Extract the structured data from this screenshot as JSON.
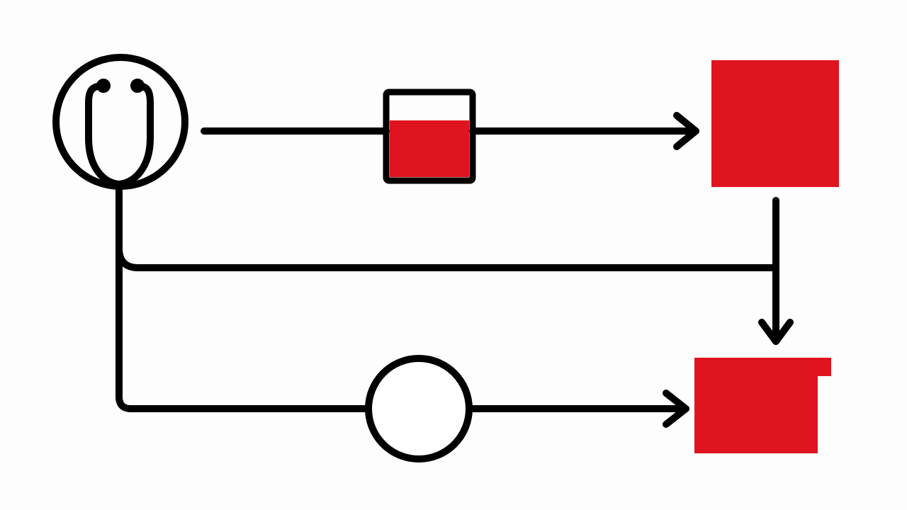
{
  "diagram": {
    "colors": {
      "stroke": "#000000",
      "accent_red": "#e0141e",
      "background": "#fdfdfd"
    },
    "nodes": [
      {
        "id": "stethoscope",
        "icon": "stethoscope-in-circle-icon"
      },
      {
        "id": "blood-sample-vial",
        "icon": "partially-filled-container-icon",
        "fill_level": 0.62
      },
      {
        "id": "red-square",
        "icon": "red-square-block"
      },
      {
        "id": "empty-circle",
        "icon": "circle-node"
      },
      {
        "id": "red-box",
        "icon": "red-box-with-lid"
      }
    ],
    "edges": [
      {
        "from": "stethoscope",
        "to": "red-square",
        "via": "blood-sample-vial"
      },
      {
        "from": "red-square",
        "to": "red-box"
      },
      {
        "from": "stethoscope",
        "to": "red-box",
        "merge": "vertical-connector"
      },
      {
        "from": "stethoscope",
        "to": "red-box",
        "via": "empty-circle"
      }
    ]
  }
}
